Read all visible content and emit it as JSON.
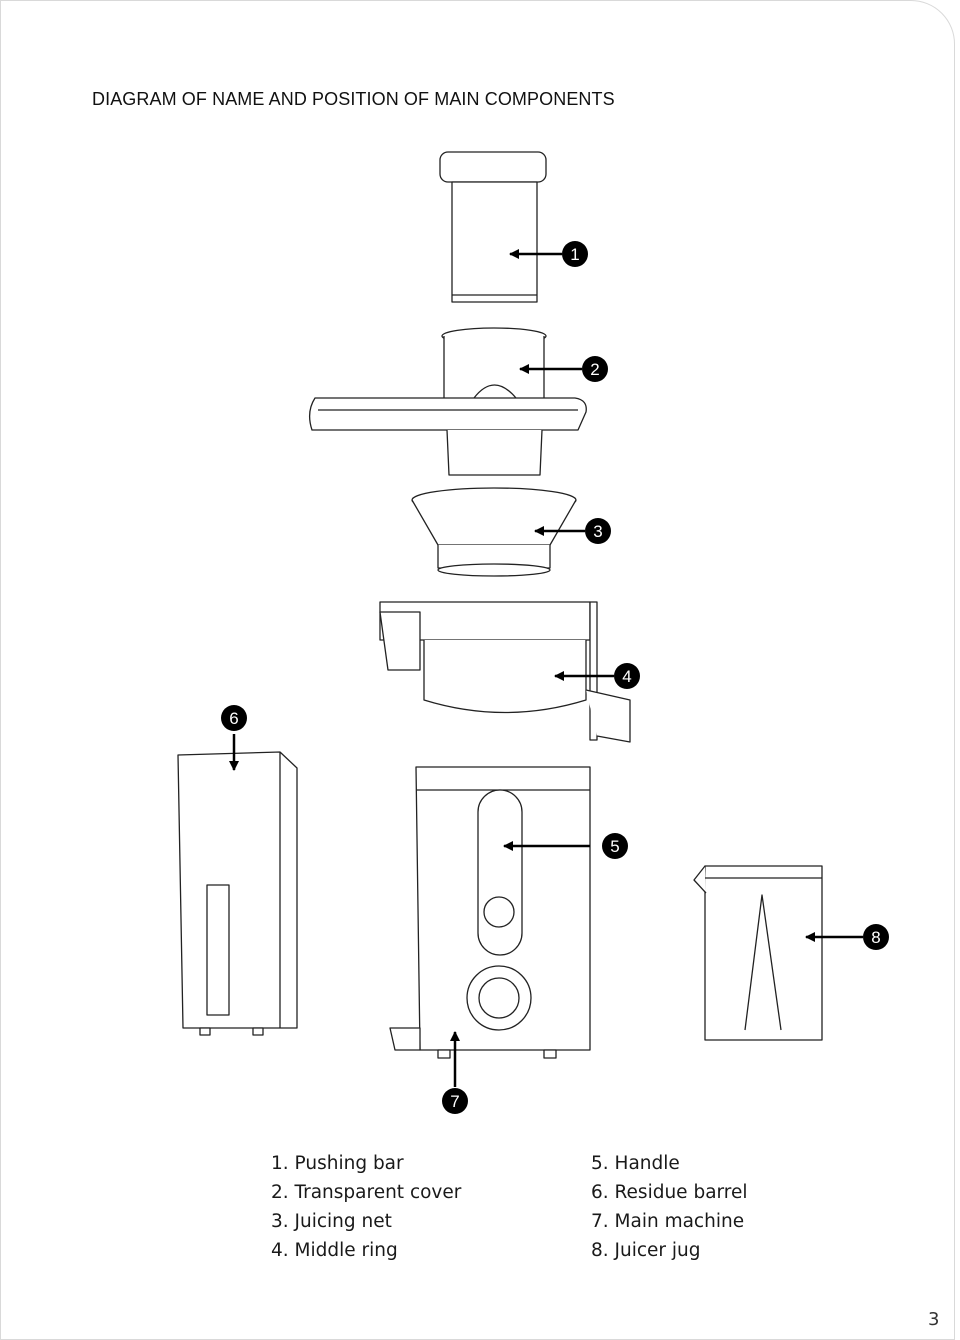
{
  "title": "DIAGRAM OF NAME AND POSITION OF MAIN COMPONENTS",
  "callouts": [
    "1",
    "2",
    "3",
    "4",
    "5",
    "6",
    "7",
    "8"
  ],
  "legend": {
    "left": [
      "1. Pushing bar",
      "2. Transparent cover",
      "3. Juicing net",
      "4. Middle ring"
    ],
    "right": [
      "5. Handle",
      "6. Residue barrel",
      "7. Main machine",
      "8. Juicer jug"
    ]
  },
  "page_number": "3"
}
